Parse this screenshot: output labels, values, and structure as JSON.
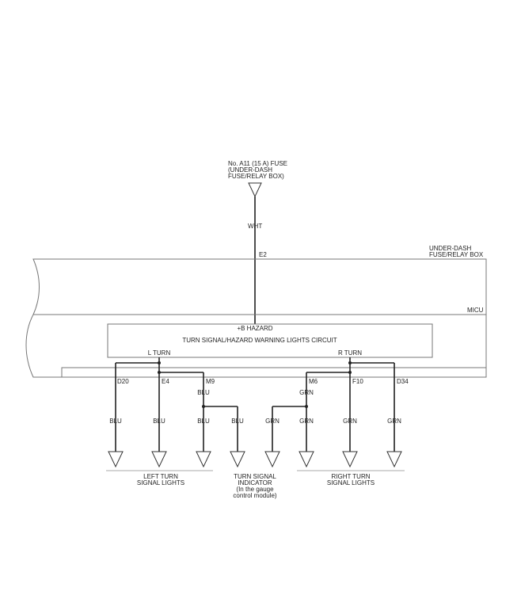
{
  "fuse": {
    "line1": "No. A11 (15 A) FUSE",
    "line2": "(UNDER-DASH",
    "line3": "FUSE/RELAY BOX)"
  },
  "fuse_wire_color": "WHT",
  "fuse_terminal": "E2",
  "underdash_box": {
    "line1": "UNDER-DASH",
    "line2": "FUSE/RELAY BOX"
  },
  "micu_label": "MICU",
  "circuit": {
    "hazard_label": "+B HAZARD",
    "title": "TURN SIGNAL/HAZARD WARNING LIGHTS CIRCUIT",
    "l_turn": "L TURN",
    "r_turn": "R TURN"
  },
  "terminals": {
    "d20": "D20",
    "e4": "E4",
    "m9": "M9",
    "m6": "M6",
    "f10": "F10",
    "d34": "D34"
  },
  "wire_colors": {
    "m9_upper": "BLU",
    "m6_upper": "GRN",
    "left1": "BLU",
    "left2": "BLU",
    "left3": "BLU",
    "indicator_left": "BLU",
    "indicator_right": "GRN",
    "right1": "GRN",
    "right2": "GRN",
    "right3": "GRN"
  },
  "groups": {
    "left": {
      "line1": "LEFT TURN",
      "line2": "SIGNAL LIGHTS"
    },
    "indicator": {
      "line1": "TURN SIGNAL",
      "line2": "INDICATOR",
      "line3": "(In the gauge",
      "line4": "control module)"
    },
    "right": {
      "line1": "RIGHT TURN",
      "line2": "SIGNAL LIGHTS"
    }
  },
  "colors": {
    "line": "#222222",
    "box": "#777777"
  }
}
